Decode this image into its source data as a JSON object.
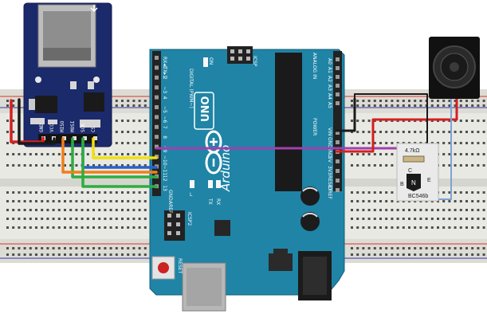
{
  "diagram": {
    "title": "Arduino Uno SD card audio player wiring (Fritzing)",
    "colors": {
      "breadboard": "#e6e6e1",
      "board_blue": "#1f84a6",
      "sd_blue": "#1b2a6b",
      "wire_red": "#d42020",
      "wire_black": "#1a1a1a",
      "wire_yellow": "#f0e010",
      "wire_blue": "#2a62c9",
      "wire_orange": "#f07f1a",
      "wire_green": "#2cae3f",
      "wire_purple": "#a040b0",
      "wire_lightblue": "#7ca3d4"
    },
    "arduino": {
      "brand": "Arduino",
      "model": "UNO",
      "digital_header": "DIGITAL (PWM~)",
      "power_header": "POWER",
      "analog_header": "ANALOG IN",
      "icsp_top": "ICSP",
      "icsp_bottom": "ICSP2",
      "on_label": "ON",
      "reset_label": "RESET",
      "l_label": "L",
      "tx_label": "TX",
      "rx_label": "RX",
      "aref": "AREF",
      "gnd": "GND",
      "digital_pins": [
        "RX◂0",
        "TX▸1",
        "2",
        "~3",
        "4",
        "~5",
        "~6",
        "7",
        "8",
        "~9",
        "~10",
        "~11",
        "12",
        "13"
      ],
      "power_pins": [
        "IOREF",
        "RESET",
        "3V3",
        "5V",
        "GND",
        "GND",
        "VIN"
      ],
      "analog_pins": [
        "A0",
        "A1",
        "A2",
        "A3",
        "A4",
        "A5"
      ]
    },
    "sd_module": {
      "pins": [
        "GND",
        "VCC",
        "MISO",
        "MOSI",
        "SCK",
        "CS"
      ]
    },
    "components": {
      "resistor": "4.7kΩ",
      "transistor": "BC546b",
      "transistor_pins": [
        "C",
        "B",
        "E"
      ],
      "transistor_center": "N"
    }
  }
}
